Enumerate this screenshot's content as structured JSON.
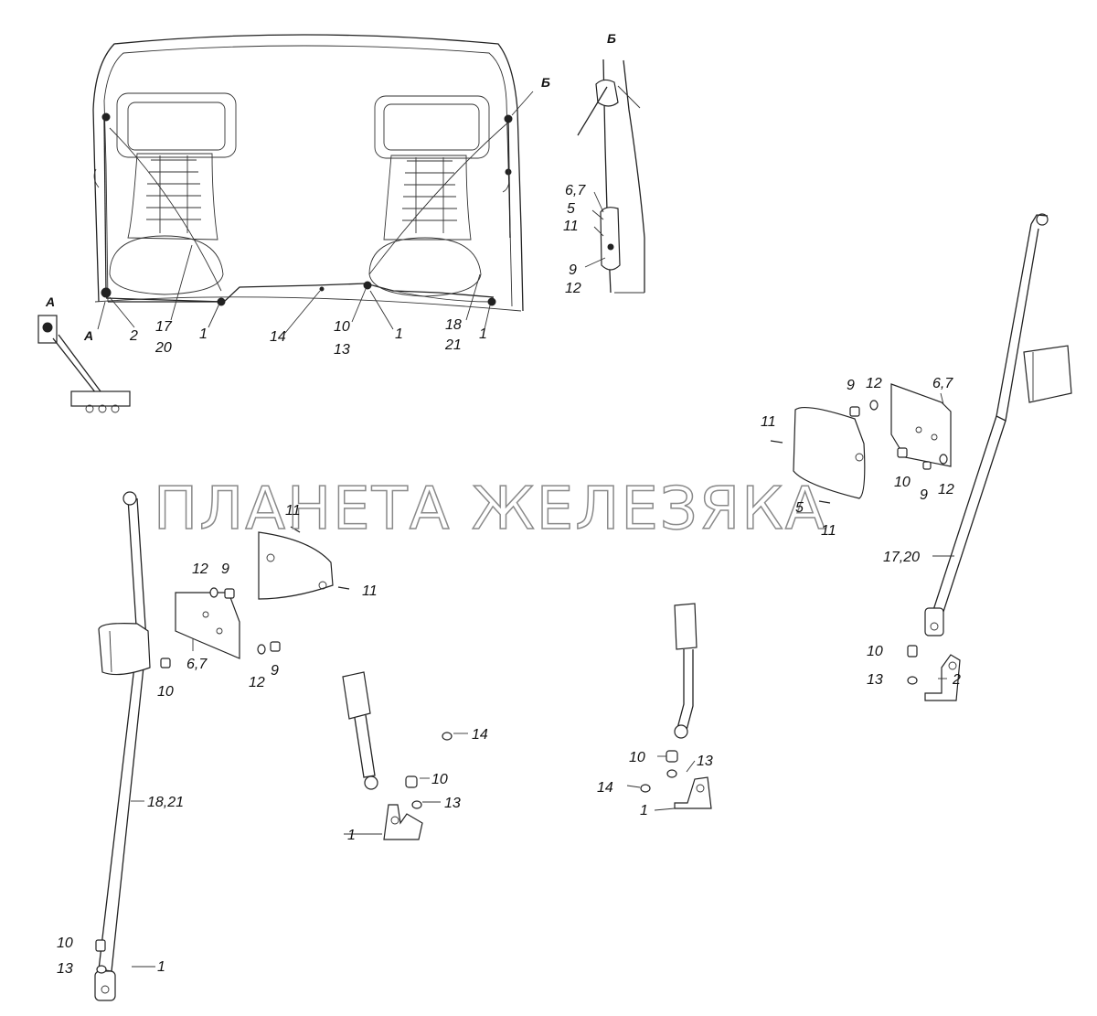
{
  "watermark": "ПЛАНЕТА ЖЕЛЕЗЯКА",
  "views": {
    "a": "А",
    "b": "Б"
  },
  "callouts": {
    "main": {
      "A_ptr": "А",
      "n2": "2",
      "n17": "17",
      "n20": "20",
      "n1a": "1",
      "n14": "14",
      "n10": "10",
      "n13": "13",
      "n1b": "1",
      "n18": "18",
      "n21": "21",
      "n1c": "1",
      "B_ptr": "Б"
    },
    "detail_b": {
      "n67": "6,7",
      "n5": "5",
      "n11": "11",
      "n9": "9",
      "n12": "12"
    },
    "right_group": {
      "n9": "9",
      "n12a": "12",
      "n67": "6,7",
      "n11a": "11",
      "n10": "10",
      "n9b": "9",
      "n12b": "12",
      "n5": "5",
      "n11b": "11",
      "n1720": "17,20",
      "n10b": "10",
      "n13": "13",
      "n2": "2"
    },
    "left_group": {
      "n11a": "11",
      "n12": "12",
      "n9": "9",
      "n11b": "11",
      "n67": "6,7",
      "n10": "10",
      "n12b": "12",
      "n9b": "9",
      "n1821": "18,21",
      "n10b": "10",
      "n13": "13",
      "n1": "1"
    },
    "mid_buckle": {
      "n14": "14",
      "n10": "10",
      "n13": "13",
      "n1": "1"
    },
    "right_buckle": {
      "n10": "10",
      "n13": "13",
      "n14": "14",
      "n1": "1"
    }
  }
}
